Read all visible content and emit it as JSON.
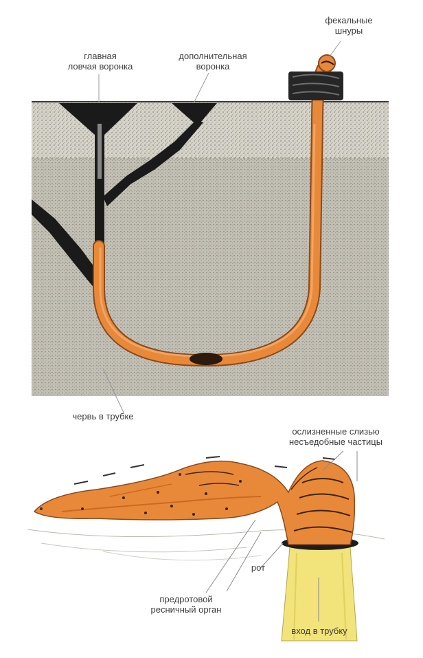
{
  "labels": {
    "main_funnel": [
      "главная",
      "ловчая воронка"
    ],
    "extra_funnel": [
      "дополнительная",
      "воронка"
    ],
    "fecal_cords": [
      "фекальные",
      "шнуры"
    ],
    "worm_in_tube": "червь в трубке",
    "slime_particles": [
      "ослизненные слизью",
      "несъедобные частицы"
    ],
    "mouth": "рот",
    "preoral_organ": [
      "предротовой",
      "ресничный орган"
    ],
    "tube_entrance": "вход в трубку"
  },
  "colors": {
    "sand_top": "#d4d1c6",
    "sand_deep": "#bcb9ae",
    "worm": "#e8893a",
    "worm_dark": "#8a4a1d",
    "burrow": "#1a1a1a",
    "tube": "#f2e37a",
    "text": "#3c3c3c"
  }
}
